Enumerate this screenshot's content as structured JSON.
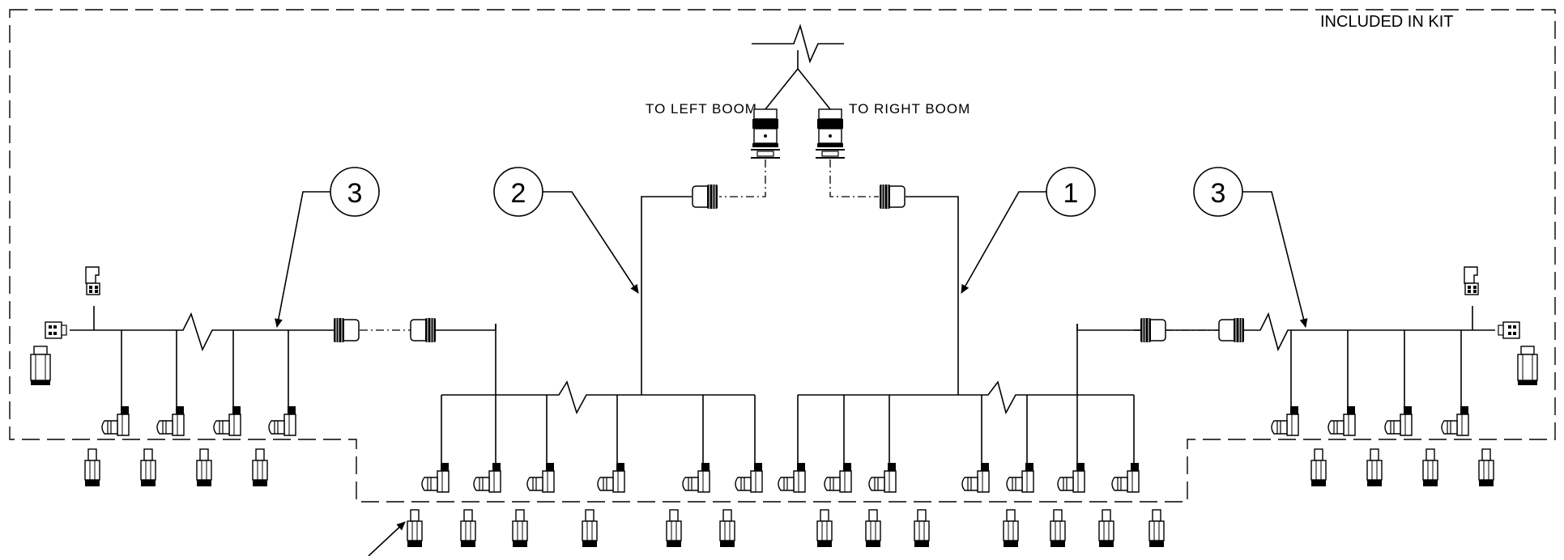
{
  "kit_label": "INCLUDED IN KIT",
  "left_boom_label": "TO LEFT BOOM",
  "right_boom_label": "TO RIGHT BOOM",
  "callouts": {
    "left_outer": "3",
    "center_left": "2",
    "center_right": "1",
    "right_outer": "3"
  }
}
